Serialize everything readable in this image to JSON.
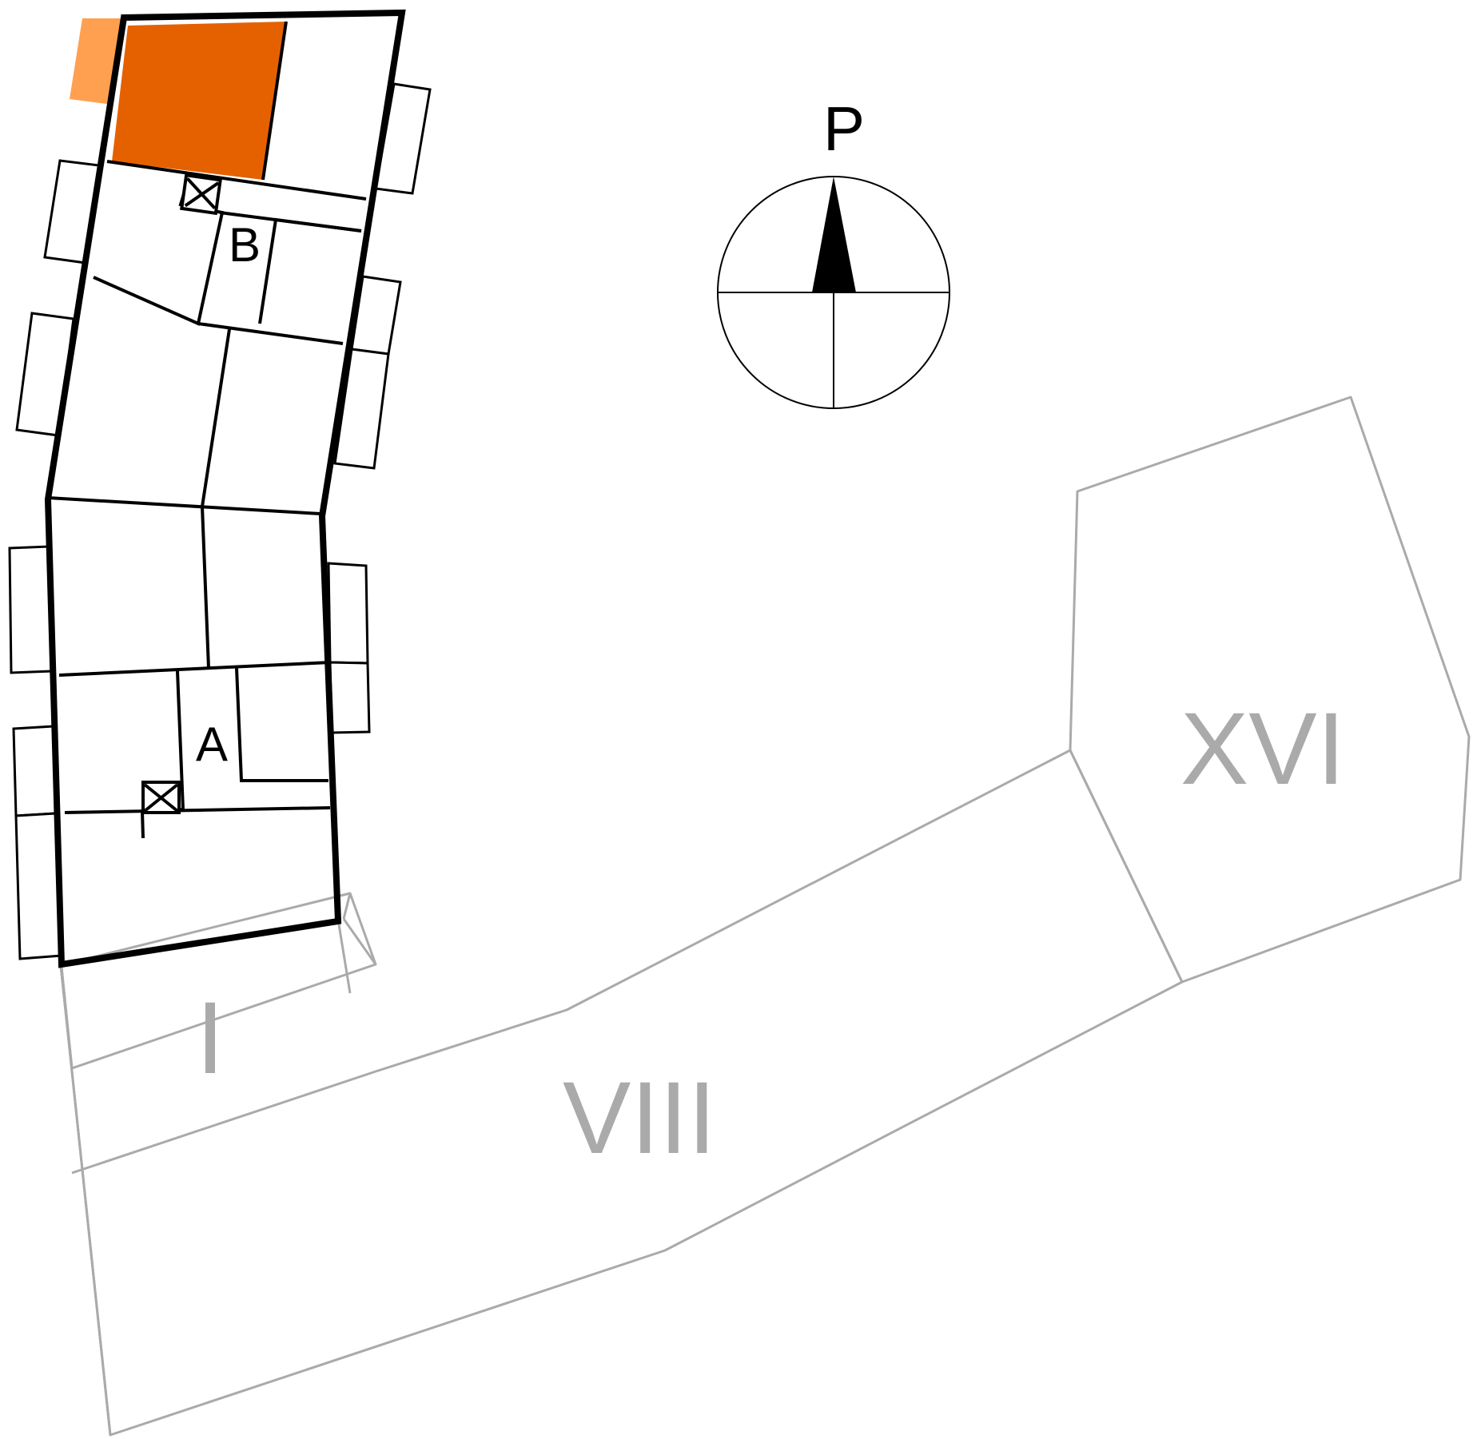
{
  "colors": {
    "highlight": "#e56100",
    "highlight_light": "#ffa050",
    "outline": "#000000",
    "neighbour": "#aaaaaa",
    "background": "#ffffff"
  },
  "compass": {
    "label": "P",
    "icon": "north-arrow-icon"
  },
  "building": {
    "staircase_a": "A",
    "staircase_b": "B"
  },
  "neighbours": {
    "building_i": "I",
    "building_viii": "VIII",
    "building_xvi": "XVI"
  }
}
